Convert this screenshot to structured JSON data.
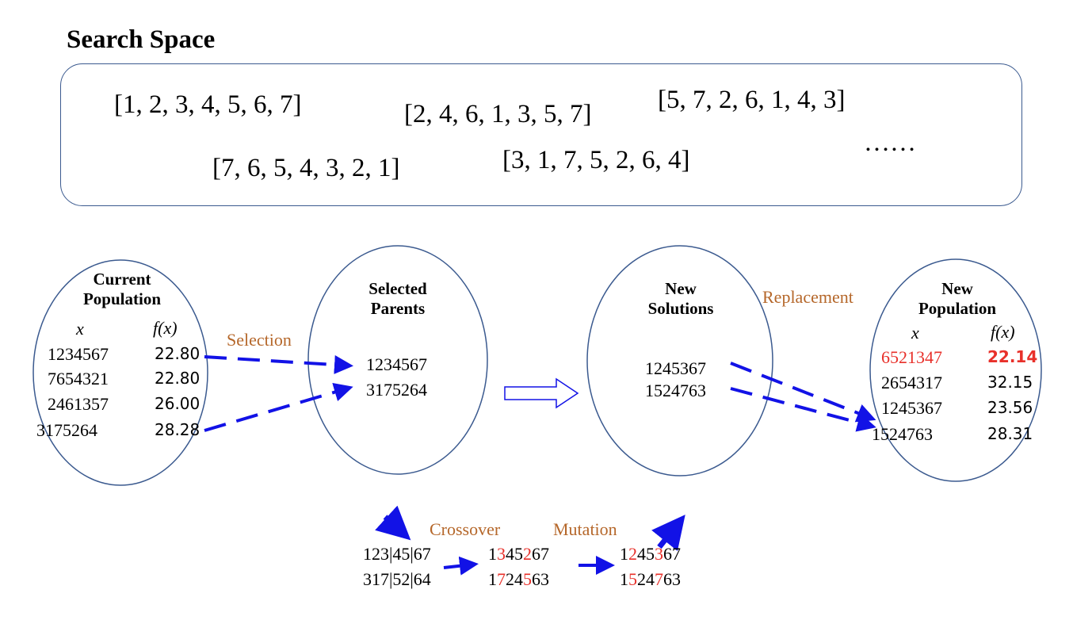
{
  "title": "Search Space",
  "search_space": {
    "perms": [
      "[1, 2, 3, 4, 5, 6, 7]",
      "[2, 4, 6, 1, 3, 5, 7]",
      "[5, 7, 2, 6, 1, 4, 3]",
      "[7, 6, 5, 4, 3, 2, 1]",
      "[3, 1, 7, 5, 2, 6, 4]"
    ],
    "ellipsis": "……"
  },
  "current_population": {
    "title_line1": "Current",
    "title_line2": "Population",
    "col_x": "x",
    "col_fx": "f(x)",
    "rows": [
      {
        "x": "1234567",
        "fx": "22.80"
      },
      {
        "x": "7654321",
        "fx": "22.80"
      },
      {
        "x": "2461357",
        "fx": "26.00"
      },
      {
        "x": "3175264",
        "fx": "28.28"
      }
    ]
  },
  "selected_parents": {
    "title_line1": "Selected",
    "title_line2": "Parents",
    "items": [
      "1234567",
      "3175264"
    ]
  },
  "new_solutions": {
    "title_line1": "New",
    "title_line2": "Solutions",
    "items": [
      "1245367",
      "1524763"
    ]
  },
  "new_population": {
    "title_line1": "New",
    "title_line2": "Population",
    "col_x": "x",
    "col_fx": "f(x)",
    "rows": [
      {
        "x": "6521347",
        "fx": "22.14"
      },
      {
        "x": "2654317",
        "fx": "32.15"
      },
      {
        "x": "1245367",
        "fx": "23.56"
      },
      {
        "x": "1524763",
        "fx": "28.31"
      }
    ]
  },
  "operations": {
    "selection": "Selection",
    "replacement": "Replacement",
    "crossover": "Crossover",
    "mutation": "Mutation"
  },
  "crossover_step": {
    "parents": [
      "123|45|67",
      "317|52|64"
    ],
    "children": [
      {
        "a": "1",
        "b": "3",
        "c": "45",
        "d": "2",
        "e": "67"
      },
      {
        "a": "1",
        "b": "7",
        "c": "24",
        "d": "5",
        "e": "63"
      }
    ],
    "mutated": [
      {
        "a": "1",
        "b": "2",
        "c": "45",
        "d": "3",
        "e": "67"
      },
      {
        "a": "1",
        "b": "5",
        "c": "24",
        "d": "7",
        "e": "63"
      }
    ]
  },
  "colors": {
    "arrow_blue": "#1212e6",
    "ellipse_stroke": "#3b5a8f",
    "operation_text": "#b5672a",
    "highlight_red": "#e8302a"
  }
}
